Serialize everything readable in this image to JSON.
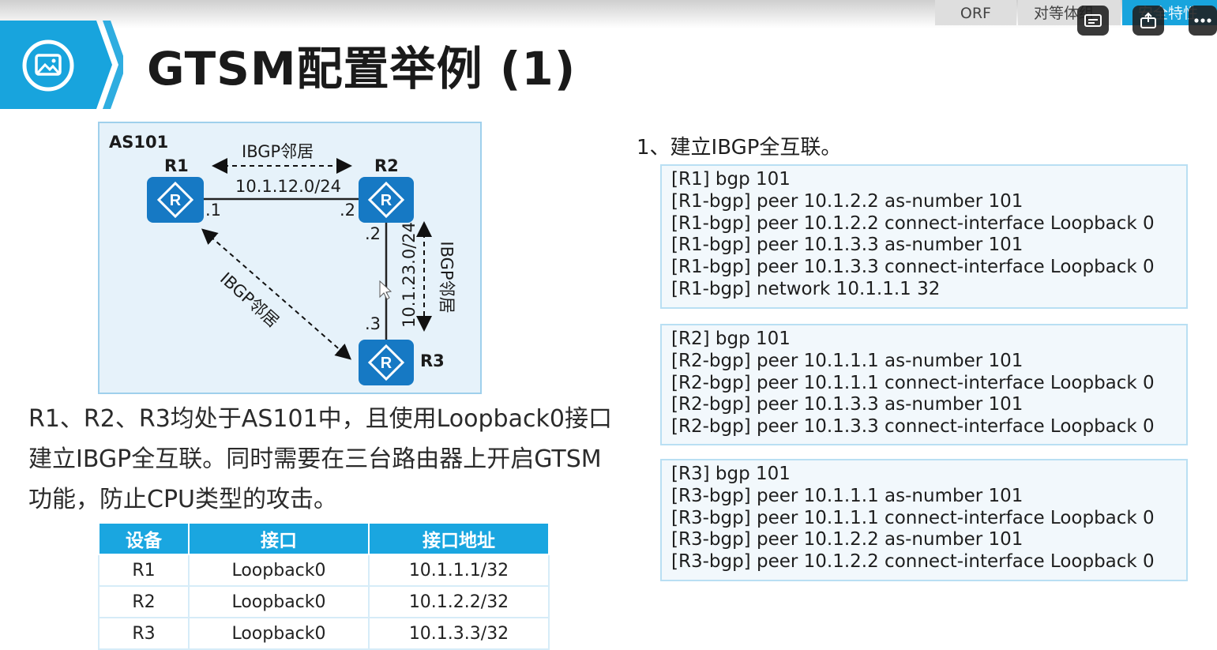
{
  "slide": {
    "title": "GTSM配置举例 (1)",
    "nav_tabs": [
      "ORF",
      "对等体组",
      "安全特性"
    ]
  },
  "topology": {
    "as_label": "AS101",
    "routers": [
      "R1",
      "R2",
      "R3"
    ],
    "r1_r2_link_label": "10.1.12.0/24",
    "r2_r3_link_label": "10.1.23.0/24",
    "peer_label": "IBGP邻居",
    "r1_port": ".1",
    "r2_port_to_r1": ".2",
    "r2_port_to_r3": ".2",
    "r3_port": ".3",
    "router_glyph": "R"
  },
  "description": "R1、R2、R3均处于AS101中，且使用Loopback0接口建立IBGP全互联。同时需要在三台路由器上开启GTSM功能，防止CPU类型的攻击。",
  "table": {
    "headers": [
      "设备",
      "接口",
      "接口地址"
    ],
    "rows": [
      [
        "R1",
        "Loopback0",
        "10.1.1.1/32"
      ],
      [
        "R2",
        "Loopback0",
        "10.1.2.2/32"
      ],
      [
        "R3",
        "Loopback0",
        "10.1.3.3/32"
      ]
    ]
  },
  "config": {
    "step_label": "1、建立IBGP全互联。",
    "r1": [
      "[R1] bgp 101",
      "[R1-bgp] peer 10.1.2.2 as-number 101",
      "[R1-bgp] peer 10.1.2.2 connect-interface Loopback 0",
      "[R1-bgp] peer 10.1.3.3 as-number 101",
      "[R1-bgp] peer 10.1.3.3 connect-interface Loopback 0",
      "[R1-bgp] network 10.1.1.1 32"
    ],
    "r2": [
      "[R2] bgp 101",
      "[R2-bgp] peer 10.1.1.1 as-number 101",
      "[R2-bgp] peer 10.1.1.1 connect-interface Loopback 0",
      "[R2-bgp] peer 10.1.3.3 as-number 101",
      "[R2-bgp] peer 10.1.3.3 connect-interface Loopback 0"
    ],
    "r3": [
      "[R3] bgp 101",
      "[R3-bgp] peer 10.1.1.1 as-number 101",
      "[R3-bgp] peer 10.1.1.1 connect-interface Loopback 0",
      "[R3-bgp] peer 10.1.2.2 as-number 101",
      "[R3-bgp] peer 10.1.2.2 connect-interface Loopback 0"
    ]
  },
  "overlay_buttons": [
    "subtitle-icon",
    "share-icon",
    "more-icon"
  ],
  "colors": {
    "accent": "#18a4dd",
    "router": "#1679c4",
    "diagram_bg": "#e6f2fa"
  }
}
